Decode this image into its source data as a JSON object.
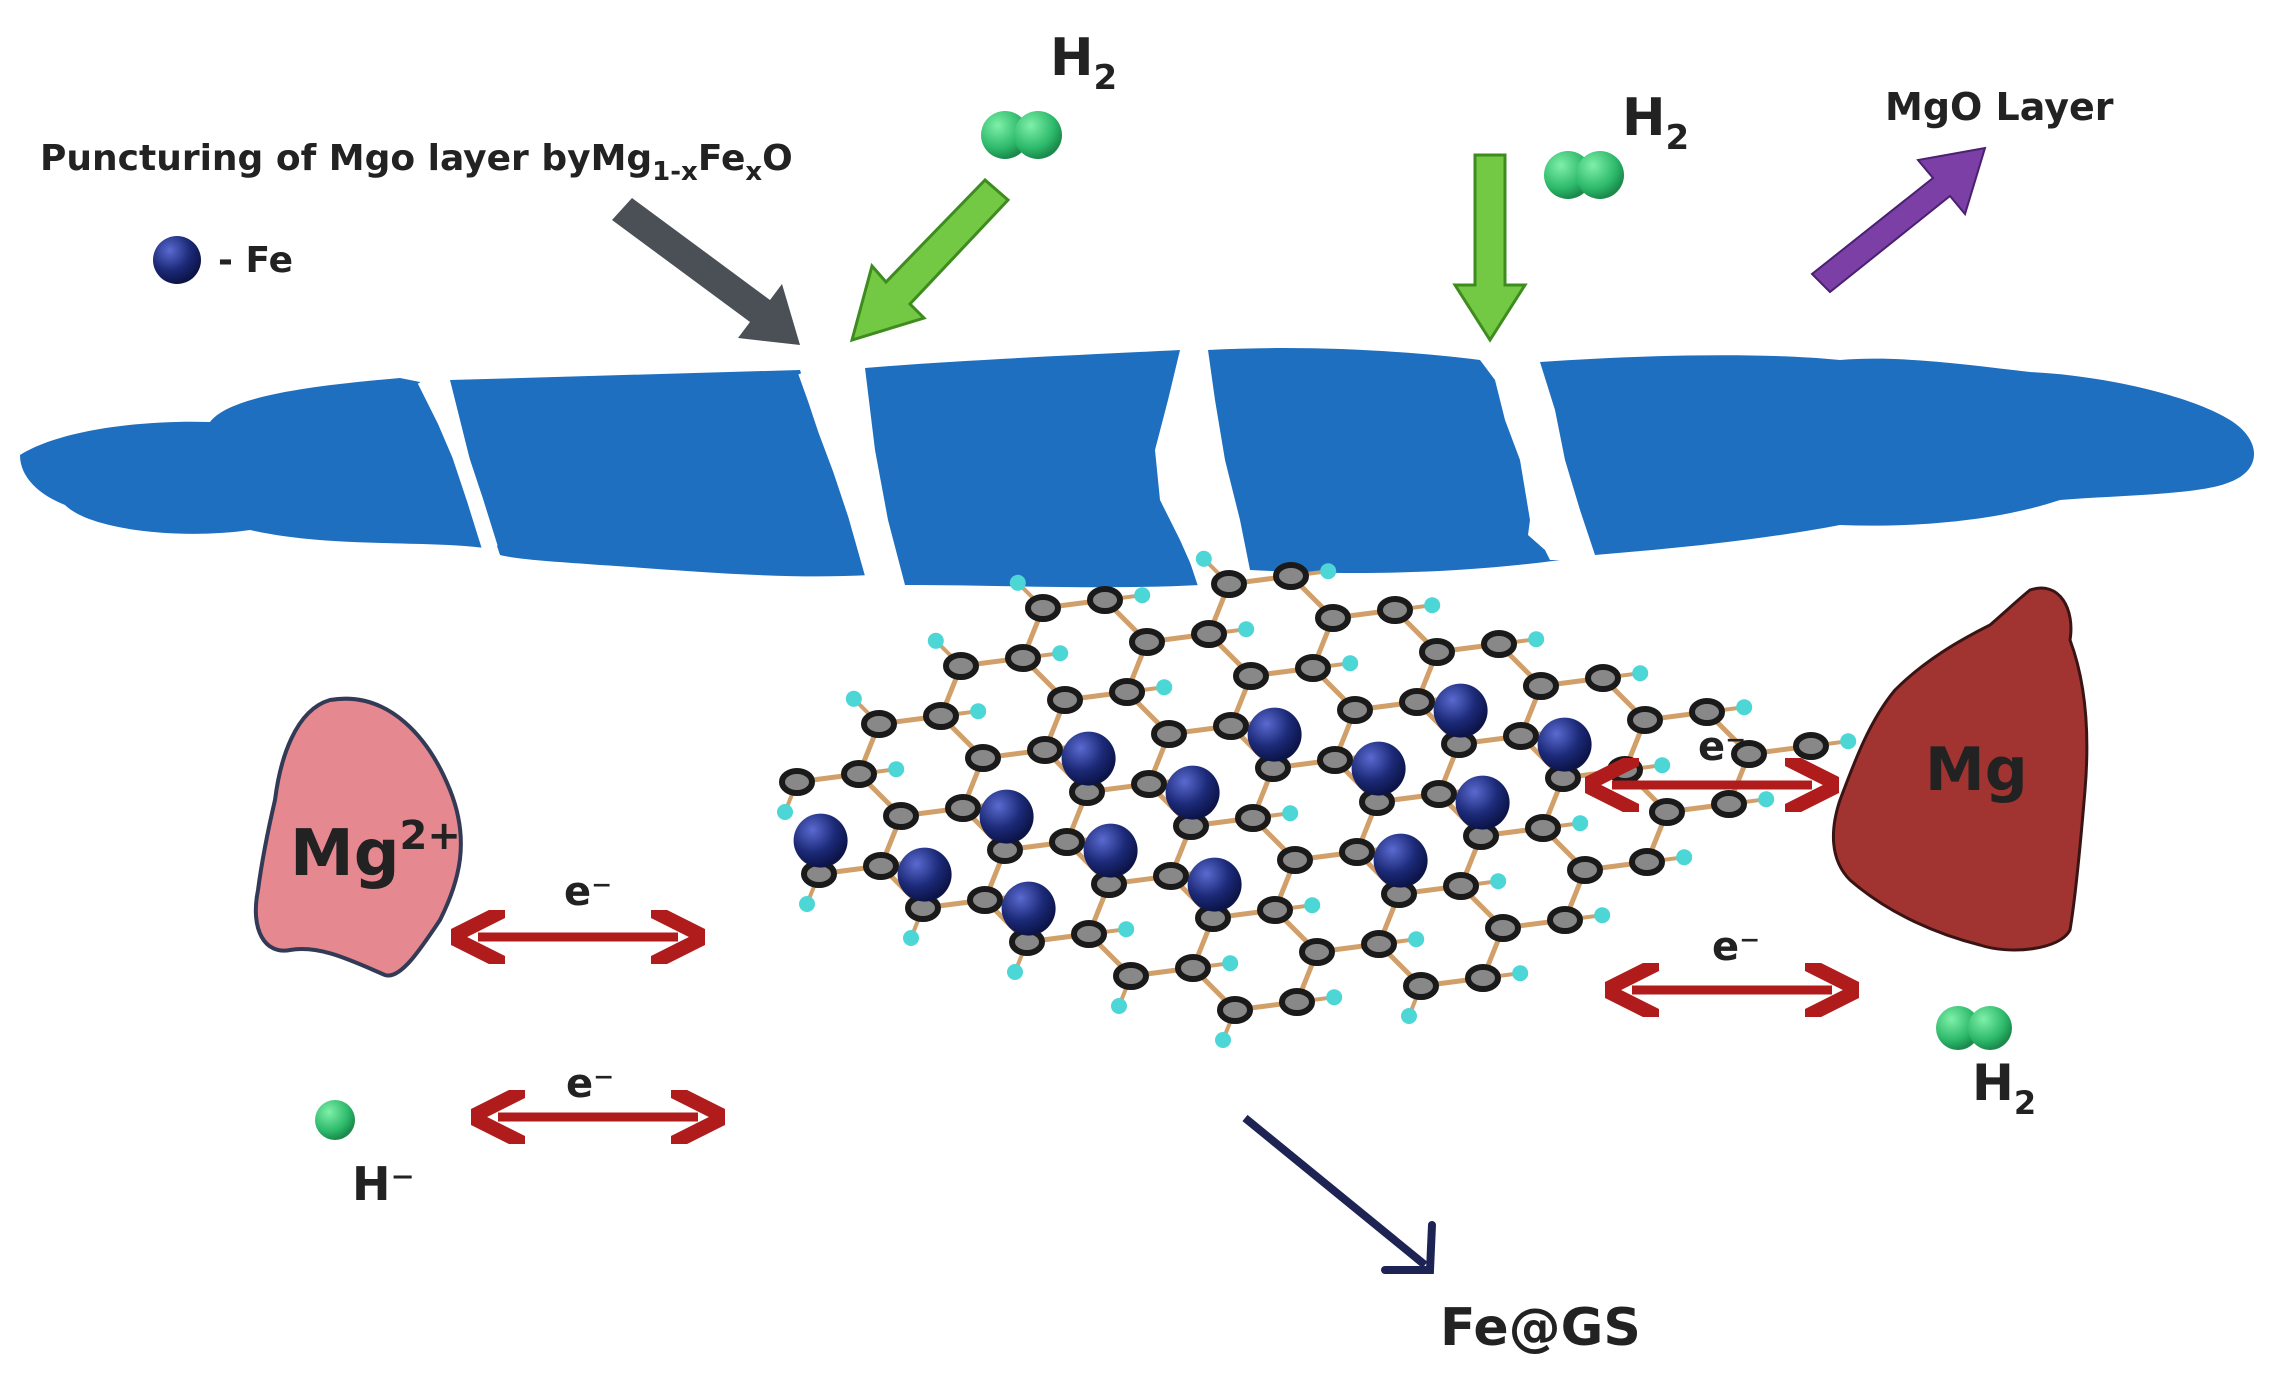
{
  "labels": {
    "puncturing_main": "Puncturing of Mgo layer byMg",
    "puncturing_sub": "1-x",
    "puncturing_fe": "Fe",
    "puncturing_fe_sub": "x",
    "puncturing_end": "O",
    "legend_fe": "- Fe",
    "h2_top_main": "H",
    "h2_top_sub": "2",
    "h2_right_main": "H",
    "h2_right_sub": "2",
    "mgo_layer": "MgO Layer",
    "mg2_main": "Mg",
    "mg2_sup": "2+",
    "mg": "Mg",
    "electron_1": "e⁻",
    "electron_2": "e⁻",
    "electron_3": "e⁻",
    "electron_4": "e⁻",
    "h_minus": "H⁻",
    "h2_bottom_main": "H",
    "h2_bottom_sub": "2",
    "fe_gs": "Fe@GS"
  },
  "colors": {
    "mgo_layer": "#1f6fc0",
    "h2_arrow": "#73c943",
    "puncture_arrow": "#4a5056",
    "mgo_arrow": "#7b3fa6",
    "electron_arrow": "#b01c1c",
    "fe_atom": "#1c2a78",
    "h_atom": "#2cb86a",
    "mg2_blob": "#e6888f",
    "mg_blob": "#a13430",
    "product_arrow": "#1d2454",
    "carbon": "#1a1a1a",
    "bond": "#d1a06a",
    "edge_h": "#4dd6d6"
  }
}
